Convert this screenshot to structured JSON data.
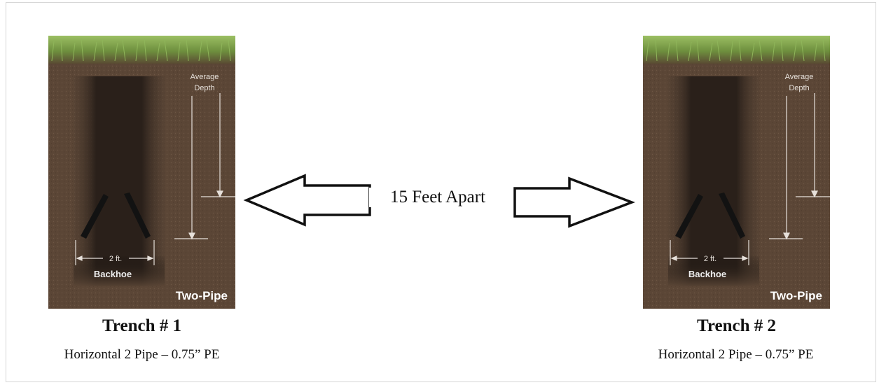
{
  "separation_label": "15 Feet Apart",
  "trenches": [
    {
      "title": "Trench # 1",
      "subtitle": "Horizontal 2 Pipe – 0.75” PE",
      "panel": {
        "depth_label_1": "Average",
        "depth_label_2": "Depth",
        "width_label": "2 ft.",
        "method_label": "Backhoe",
        "config_label": "Two-Pipe"
      }
    },
    {
      "title": "Trench # 2",
      "subtitle": "Horizontal 2 Pipe – 0.75” PE",
      "panel": {
        "depth_label_1": "Average",
        "depth_label_2": "Depth",
        "width_label": "2 ft.",
        "method_label": "Backhoe",
        "config_label": "Two-Pipe"
      }
    }
  ],
  "colors": {
    "soil": "#5b4636",
    "grass": "#7fa24a",
    "trench": "#2a211b",
    "label": "#e6e0da"
  }
}
